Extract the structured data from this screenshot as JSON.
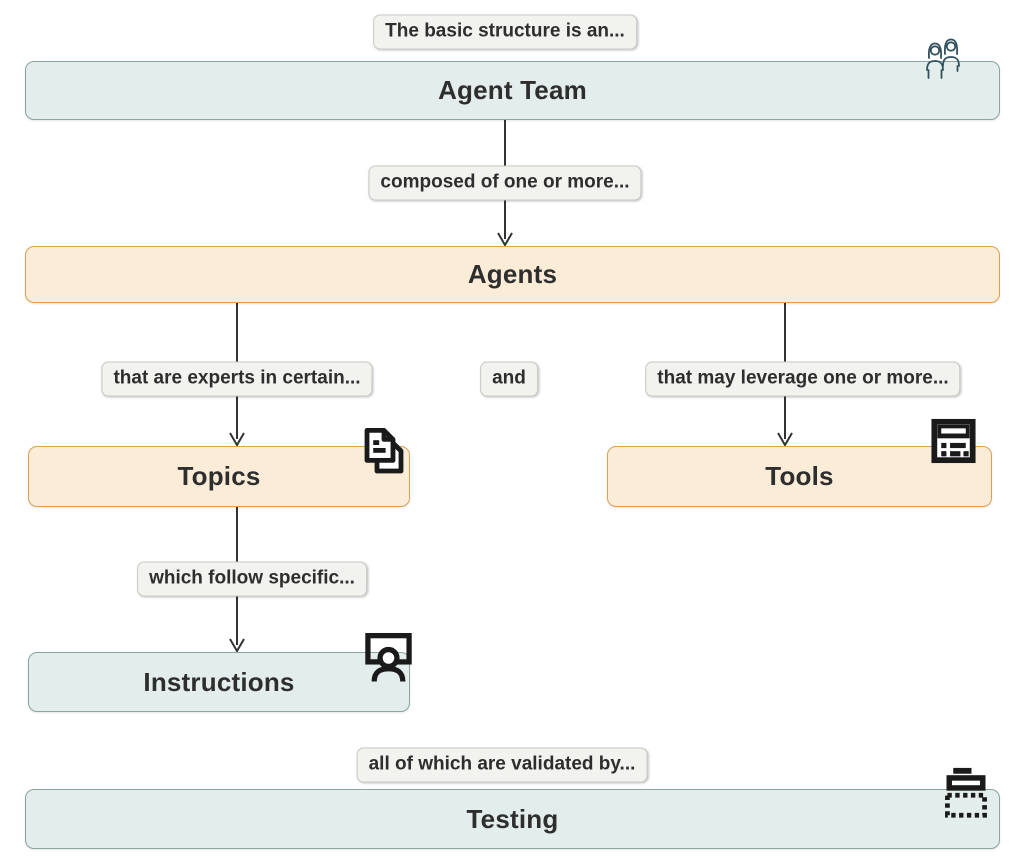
{
  "nodes": {
    "agent_team": "Agent Team",
    "agents": "Agents",
    "topics": "Topics",
    "tools": "Tools",
    "instructions": "Instructions",
    "testing": "Testing"
  },
  "labels": {
    "intro": "The basic structure is an...",
    "composed": "composed of one or more...",
    "experts": "that are experts in certain...",
    "and": "and",
    "leverage": "that may leverage one or more...",
    "follow": "which follow specific...",
    "validated": "all of which are validated by..."
  },
  "icons": {
    "agent_team": "team-icon",
    "topics": "documents-icon",
    "tools": "list-icon",
    "instructions": "presenter-icon",
    "testing": "test-dashed-icon"
  },
  "colors": {
    "teal_fill": "#e3eeec",
    "teal_border": "#88a5a1",
    "orange_fill": "#fbecd8",
    "orange_border": "#d9a158",
    "label_fill": "#f2f2ef",
    "label_border": "#c9c9c4",
    "line_color": "#333333",
    "text_color": "#2e2e2e",
    "team_icon_color": "#31505e",
    "icon_color": "#1a1a1a"
  }
}
